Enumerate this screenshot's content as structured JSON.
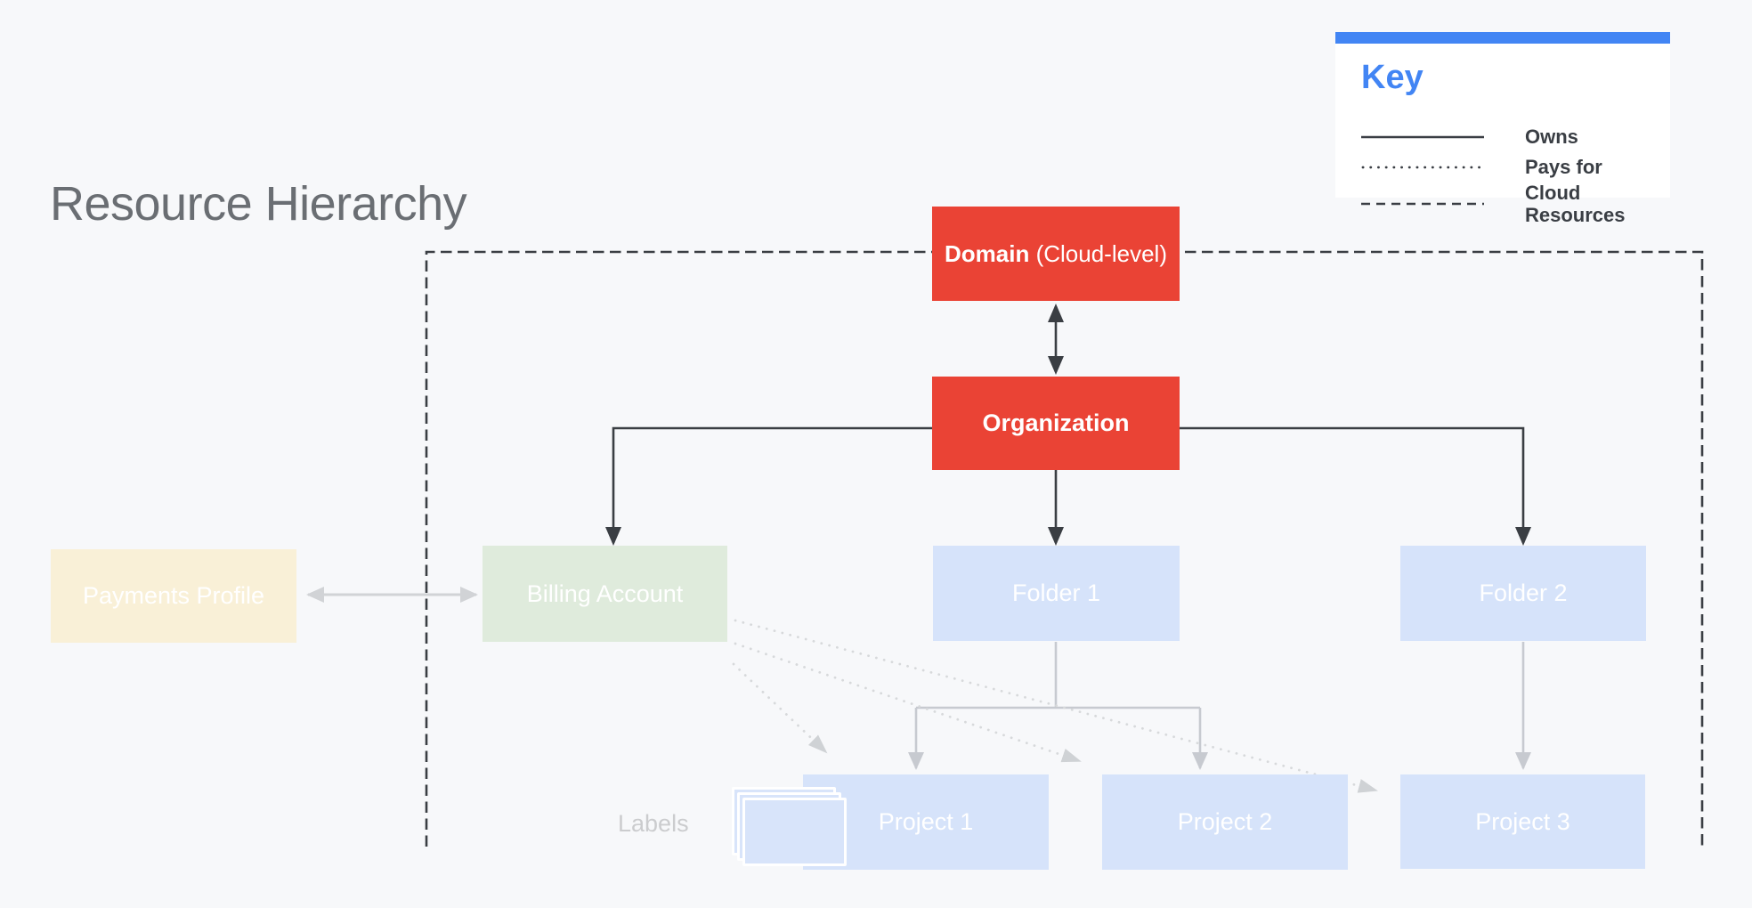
{
  "title": "Resource Hierarchy",
  "key": {
    "title": "Key",
    "items": [
      {
        "style": "solid",
        "label": "Owns"
      },
      {
        "style": "dotted",
        "label": "Pays for"
      },
      {
        "style": "dashed",
        "label": "Cloud Resources"
      }
    ]
  },
  "nodes": {
    "domain": {
      "label_bold": "Domain",
      "label_rest": "(Cloud-level)"
    },
    "organization": {
      "label": "Organization"
    },
    "payments_profile": {
      "label": "Payments Profile"
    },
    "billing_account": {
      "label": "Billing Account"
    },
    "folder_1": {
      "label": "Folder 1"
    },
    "folder_2": {
      "label": "Folder 2"
    },
    "project_1": {
      "label": "Project 1"
    },
    "project_2": {
      "label": "Project 2"
    },
    "project_3": {
      "label": "Project 3"
    }
  },
  "annotations": {
    "labels_caption": "Labels"
  },
  "colors": {
    "background": "#F7F8FA",
    "node_red": "#EA4335",
    "node_light_blue": "#D6E3FA",
    "node_green": "#DFEBDC",
    "node_cream": "#F9F0D7",
    "key_blue": "#4285F4",
    "dark_line": "#3A3E43",
    "gray_line": "#C7CAD0",
    "light_gray_line": "#D1D3D6",
    "dotted_line": "#D7D9DB",
    "faded_text": "#CBCCCE",
    "title_text": "#6A6E73"
  }
}
